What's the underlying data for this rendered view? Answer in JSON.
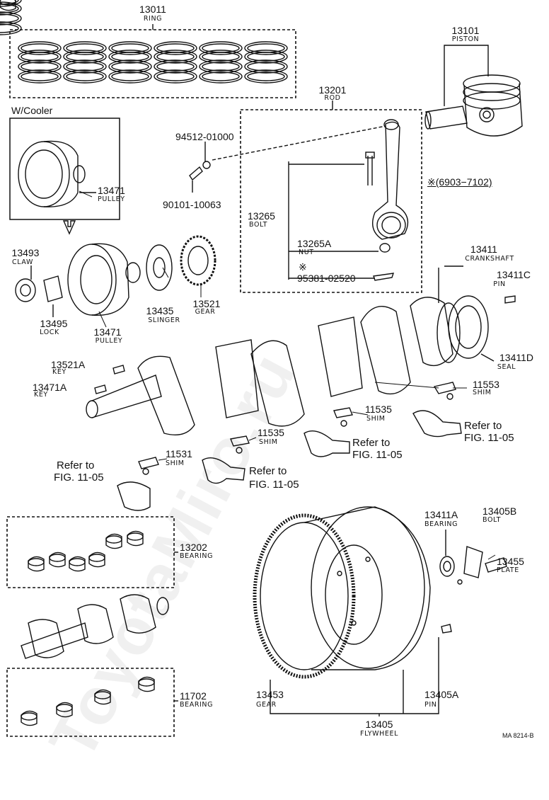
{
  "watermark": "ToyotaMiro.ru",
  "variant_label": "W/Cooler",
  "date_note": "※(6903−7102)",
  "diagram_code": "MA 8214-B",
  "parts": {
    "ring": {
      "number": "13011",
      "name": "RING"
    },
    "piston": {
      "number": "13101",
      "name": "PISTON"
    },
    "rod": {
      "number": "13201",
      "name": "ROD"
    },
    "pulley_cooler": {
      "number": "13471",
      "name": "PULLEY"
    },
    "bolt_94512": {
      "number": "94512-01000"
    },
    "bolt_90101": {
      "number": "90101-10063"
    },
    "rod_bolt": {
      "number": "13265",
      "name": "BOLT"
    },
    "rod_nut": {
      "number": "13265A",
      "name": "NUT"
    },
    "rod_mark": {
      "mark": "※",
      "number": "95381-02520"
    },
    "claw": {
      "number": "13493",
      "name": "CLAW"
    },
    "lock": {
      "number": "13495",
      "name": "LOCK"
    },
    "pulley": {
      "number": "13471",
      "name": "PULLEY"
    },
    "slinger": {
      "number": "13435",
      "name": "SLINGER"
    },
    "gear": {
      "number": "13521",
      "name": "GEAR"
    },
    "crankshaft": {
      "number": "13411",
      "name": "CRANKSHAFT"
    },
    "crank_pin": {
      "number": "13411C",
      "name": "PIN"
    },
    "seal": {
      "number": "13411D",
      "name": "SEAL"
    },
    "key_gear": {
      "number": "13521A",
      "name": "KEY"
    },
    "key_pulley": {
      "number": "13471A",
      "name": "KEY"
    },
    "shim_11553": {
      "number": "11553",
      "name": "SHIM"
    },
    "shim_11535a": {
      "number": "11535",
      "name": "SHIM"
    },
    "shim_11535b": {
      "number": "11535",
      "name": "SHIM"
    },
    "shim_11531": {
      "number": "11531",
      "name": "SHIM"
    },
    "bearing_13202": {
      "number": "13202",
      "name": "BEARING"
    },
    "bearing_11702": {
      "number": "11702",
      "name": "BEARING"
    },
    "pilot_bearing": {
      "number": "13411A",
      "name": "BEARING"
    },
    "fw_bolt": {
      "number": "13405B",
      "name": "BOLT"
    },
    "fw_plate": {
      "number": "13455",
      "name": "PLATE"
    },
    "ring_gear": {
      "number": "13453",
      "name": "GEAR"
    },
    "fw_pin": {
      "number": "13405A",
      "name": "PIN"
    },
    "flywheel": {
      "number": "13405",
      "name": "FLYWHEEL"
    }
  },
  "refs": {
    "r1_line1": "Refer to",
    "r1_line2": "FIG. 11-05",
    "r2_line1": "Refer to",
    "r2_line2": "FIG. 11-05",
    "r3_line1": "Refer to",
    "r3_line2": "FIG. 11-05",
    "r4_line1": "Refer to",
    "r4_line2": "FIG. 11-05"
  }
}
